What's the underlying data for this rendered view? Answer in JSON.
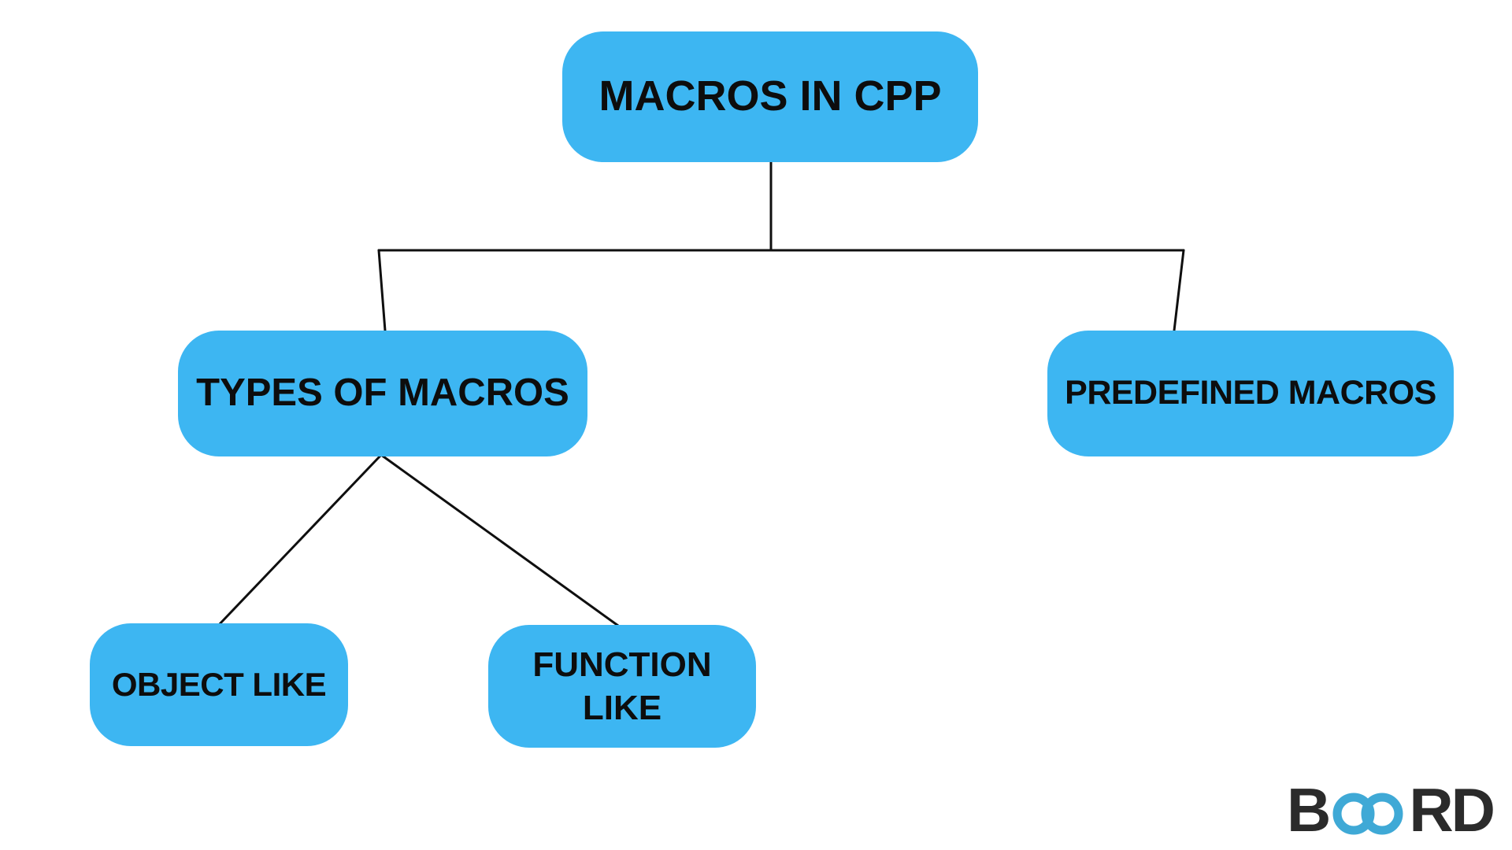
{
  "diagram": {
    "background": "#ffffff",
    "node_fill": "#3db6f2",
    "node_text_color": "#0d0d0d",
    "line_color": "#0f0f0f",
    "nodes": [
      {
        "id": "root",
        "label": "MACROS IN CPP"
      },
      {
        "id": "types",
        "label": "TYPES OF MACROS"
      },
      {
        "id": "predefined",
        "label": "PREDEFINED MACROS"
      },
      {
        "id": "object_like",
        "label": "OBJECT LIKE"
      },
      {
        "id": "function_like",
        "label": "FUNCTION LIKE"
      }
    ],
    "edges": [
      {
        "from": "root",
        "to": "types"
      },
      {
        "from": "root",
        "to": "predefined"
      },
      {
        "from": "types",
        "to": "object_like"
      },
      {
        "from": "types",
        "to": "function_like"
      }
    ]
  },
  "logo": {
    "name": "BOARD",
    "left_letters": "B",
    "right_letters": "RD",
    "letter_color": "#2b2b2b",
    "infinity_color": "#3fa9d6"
  }
}
